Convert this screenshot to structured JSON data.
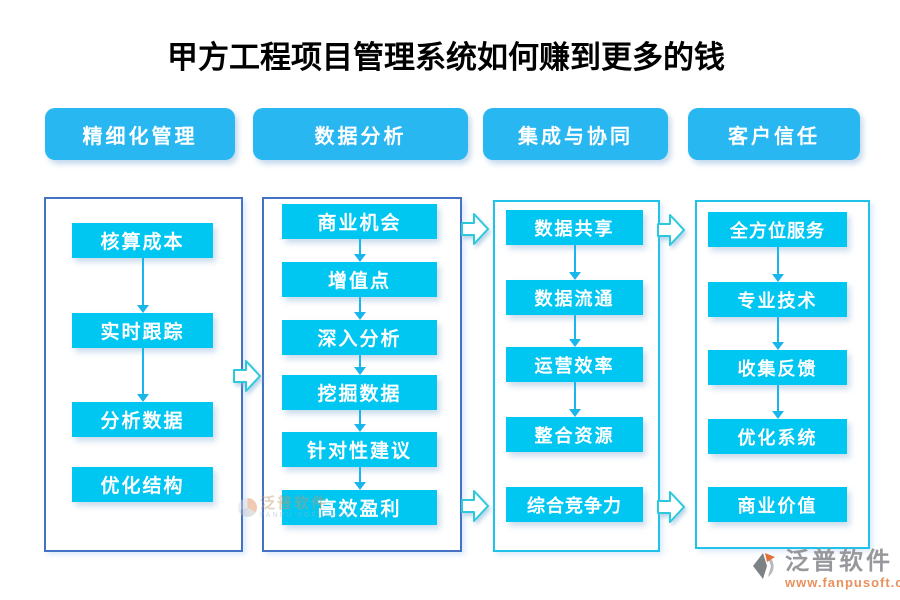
{
  "title": "甲方工程项目管理系统如何赚到更多的钱",
  "columns": [
    {
      "header": "精细化管理",
      "items": [
        "核算成本",
        "实时跟踪",
        "分析数据",
        "优化结构"
      ]
    },
    {
      "header": "数据分析",
      "items": [
        "商业机会",
        "增值点",
        "深入分析",
        "挖掘数据",
        "针对性建议",
        "高效盈利"
      ]
    },
    {
      "header": "集成与协同",
      "items": [
        "数据共享",
        "数据流通",
        "运营效率",
        "整合资源",
        "综合竞争力"
      ]
    },
    {
      "header": "客户信任",
      "items": [
        "全方位服务",
        "专业技术",
        "收集反馈",
        "优化系统",
        "商业价值"
      ]
    }
  ],
  "watermark": {
    "brand": "泛普软件",
    "sub": "FANPU SOFTWARE"
  },
  "logo": {
    "brand": "泛普软件",
    "url": "www.fanpusoft.com"
  },
  "colors": {
    "node_fill": "#00c6f2",
    "header_fill": "#29b7f2",
    "panel_border_blue": "#4472c4",
    "panel_border_cyan": "#1fc3ea",
    "connector": "#18b6ea",
    "title_text": "#000000",
    "node_text": "#ffffff"
  }
}
